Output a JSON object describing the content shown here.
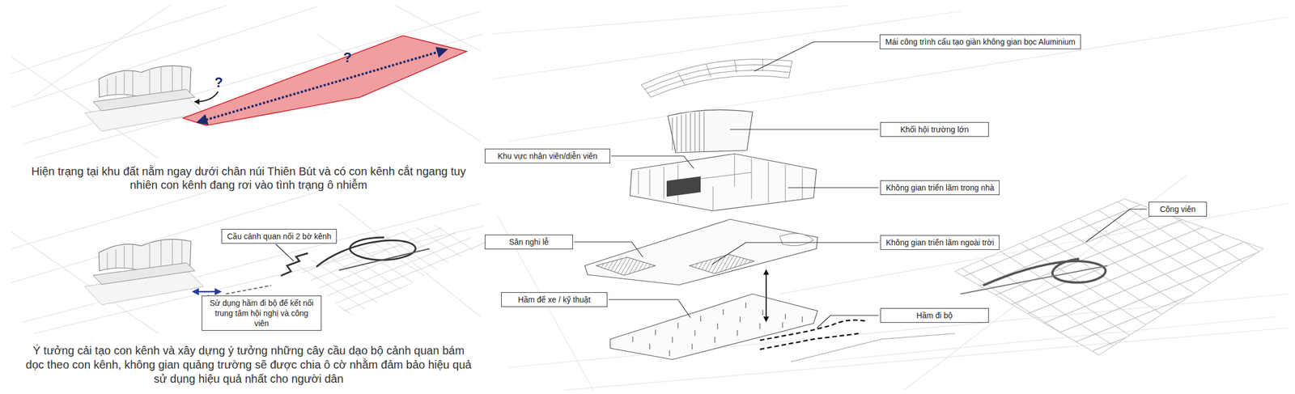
{
  "diagram": {
    "nodes": [
      {
        "text": [
          "Cầu cảnh quan nối 2 bờ kênh"
        ]
      },
      {
        "text": [
          "Sử dụng hầm đi bộ để kết nối trung tâm hội nghị và công viên"
        ]
      },
      {
        "text": [
          "Mái công trình cấu tạo giàn không gian bọc Aluminium"
        ]
      },
      {
        "text": [
          "Khối hội trường lớn"
        ]
      },
      {
        "text": [
          "Khu vực nhân viên/diễn viên"
        ]
      },
      {
        "text": [
          "Không gian triển lãm trong nhà"
        ]
      },
      {
        "text": [
          "Công viên"
        ]
      },
      {
        "text": [
          "Sân nghi lễ"
        ]
      },
      {
        "text": [
          "Không gian triển lãm ngoài trời"
        ]
      },
      {
        "text": [
          "Hầm để xe / kỹ thuật"
        ]
      },
      {
        "text": [
          "Hầm đi bộ"
        ]
      }
    ],
    "labels": [
      "?",
      "?",
      "Hiện trạng tại khu đất nằm ngay dưới chân núi Thiên Bút và có con kênh cắt ngang tuy nhiên con kênh đang rơi vào tình trạng ô nhiễm",
      "Ý tưởng cải tạo con kênh và xây dựng ý tưởng những cây cầu dạo bộ cảnh quan bám dọc theo con kênh, không gian quảng trường sẽ được chia ô cờ nhằm đảm bảo hiệu quả sử dụng hiệu quả nhất cho người dân"
    ]
  }
}
